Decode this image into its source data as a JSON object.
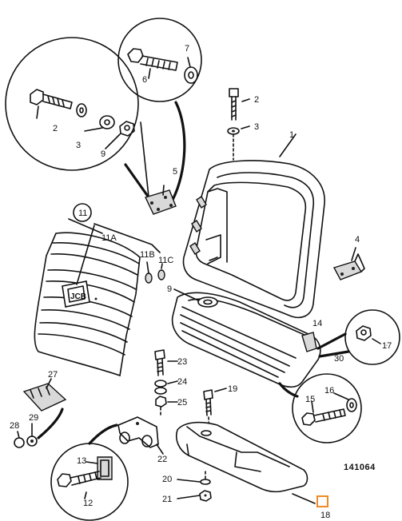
{
  "callouts": {
    "c1": "1",
    "c2a": "2",
    "c2b": "2",
    "c3a": "3",
    "c3b": "3",
    "c4": "4",
    "c5": "5",
    "c6": "6",
    "c7": "7",
    "c9a": "9",
    "c9b": "9",
    "c11": "11",
    "c11a": "11A",
    "c11b": "11B",
    "c11c": "11C",
    "c12": "12",
    "c13": "13",
    "c14": "14",
    "c15": "15",
    "c16": "16",
    "c17": "17",
    "c18": "18",
    "c19": "19",
    "c20": "20",
    "c21": "21",
    "c22": "22",
    "c23": "23",
    "c24": "24",
    "c25": "25",
    "c27": "27",
    "c28": "28",
    "c29": "29",
    "c30": "30"
  },
  "reference_number": "141064",
  "colors": {
    "line": "#111111",
    "highlight_marker": "#f08a24",
    "background": "#ffffff"
  }
}
